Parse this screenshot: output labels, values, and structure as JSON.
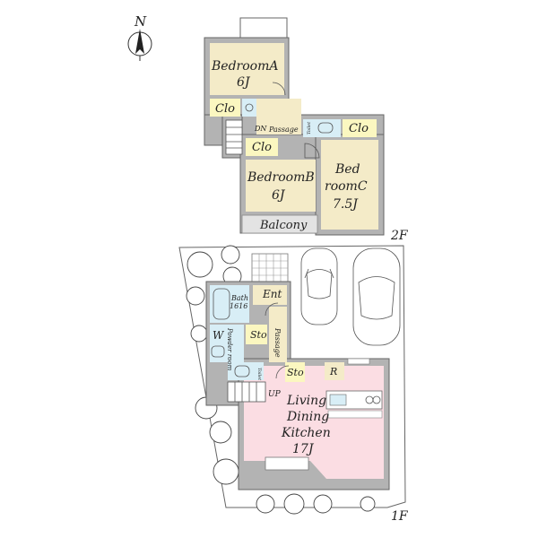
{
  "compass": {
    "north": "N"
  },
  "floors": {
    "upper": "2F",
    "ground": "1F"
  },
  "rooms_2f": {
    "bedroom_a": {
      "name": "BedroomA",
      "size": "6J"
    },
    "bedroom_b": {
      "name": "BedroomB",
      "size": "6J"
    },
    "bedroom_c_line1": "Bed",
    "bedroom_c_line2": "roomC",
    "bedroom_c_size": "7.5J",
    "clo_a": "Clo",
    "clo_b": "Clo",
    "clo_c": "Clo",
    "dn": "DN",
    "passage": "Passage",
    "toilet": "Toilet",
    "balcony": "Balcony"
  },
  "rooms_1f": {
    "bath_line1": "Bath",
    "bath_line2": "1616",
    "entrance": "Ent",
    "washer": "W",
    "powder": "Powder room",
    "storage_a": "Sto",
    "storage_b": "Sto",
    "passage": "Passage",
    "toilet": "Toilet",
    "fridge": "R",
    "up": "UP",
    "ldk_line1": "Living",
    "ldk_line2": "Dining",
    "ldk_line3": "Kitchen",
    "ldk_size": "17J"
  },
  "colors": {
    "bedroom": "#f4ebc8",
    "ldk": "#fbdde3",
    "wet_area": "#d8eef6",
    "closet": "#fbf7c0",
    "wall": "#b3b3b3"
  }
}
